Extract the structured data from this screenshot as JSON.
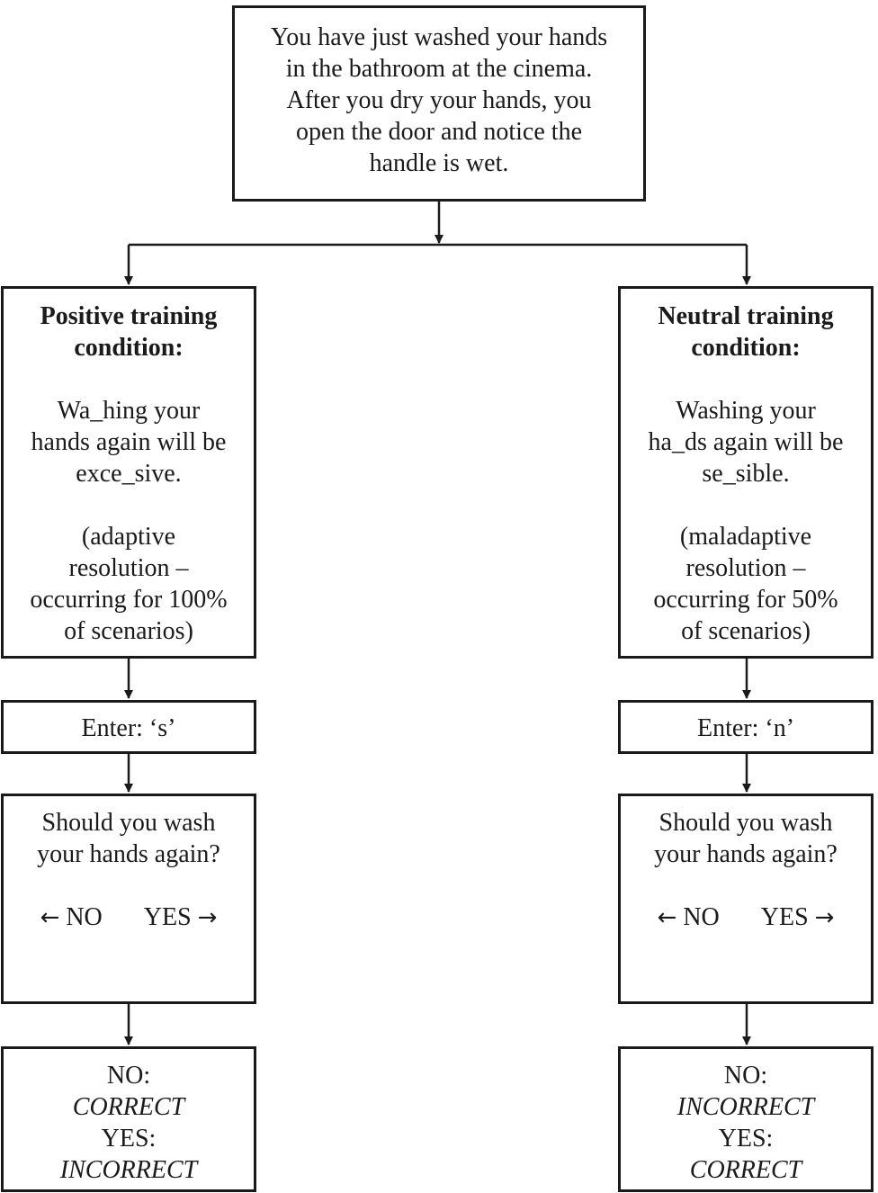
{
  "scenario": {
    "lines": [
      "You have just washed your hands",
      "in the bathroom at the cinema.",
      "After you dry your hands, you",
      "open the door and notice the",
      "handle is wet."
    ]
  },
  "positive": {
    "heading": [
      "Positive training",
      "condition:"
    ],
    "item": [
      "Wa_hing your",
      "hands again will be",
      "exce_sive."
    ],
    "note": [
      "(adaptive",
      "resolution –",
      "occurring for 100%",
      "of scenarios)"
    ],
    "enter": "Enter: ‘s’",
    "question": [
      "Should you wash",
      "your hands again?"
    ],
    "no_label": "NO",
    "yes_label": "YES",
    "feedback": {
      "no_label": "NO:",
      "no_result": "CORRECT",
      "yes_label": "YES:",
      "yes_result": "INCORRECT"
    }
  },
  "neutral": {
    "heading": [
      "Neutral training",
      "condition:"
    ],
    "item": [
      "Washing your",
      "ha_ds again will be",
      "se_sible."
    ],
    "note": [
      "(maladaptive",
      "resolution –",
      "occurring for 50%",
      "of scenarios)"
    ],
    "enter": "Enter: ‘n’",
    "question": [
      "Should you wash",
      "your hands again?"
    ],
    "no_label": "NO",
    "yes_label": "YES",
    "feedback": {
      "no_label": "NO:",
      "no_result": "INCORRECT",
      "yes_label": "YES:",
      "yes_result": "CORRECT"
    }
  },
  "icons": {
    "left_arrow": "left-arrow-icon",
    "right_arrow": "right-arrow-icon"
  },
  "colors": {
    "stroke": "#1a1a1a",
    "background": "#ffffff"
  }
}
